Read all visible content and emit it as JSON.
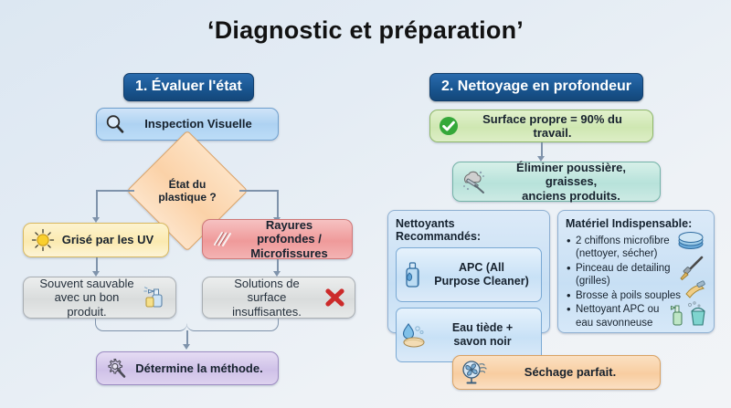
{
  "title": "‘Diagnostic et préparation’",
  "colors": {
    "banner": "#195691",
    "background": "#e4ecf4",
    "connector": "#7f93ab",
    "accent_blue": "#aed2f2",
    "accent_green": "#cfe7b2",
    "accent_orange": "#f8cda0",
    "accent_purple": "#cfc1e8",
    "accent_yellow": "#fbeab0",
    "accent_red": "#ef9a9a",
    "accent_teal": "#b7e2da"
  },
  "left_column": {
    "banner": "1. Évaluer l'état",
    "start_node": {
      "label": "Inspection Visuelle",
      "icon": "magnifier-icon"
    },
    "decision": {
      "label_line1": "État du",
      "label_line2": "plastique ?"
    },
    "branch_left": {
      "label": "Grisé par les UV",
      "icon": "sun-icon"
    },
    "branch_right": {
      "label_line1": "Rayures profondes /",
      "label_line2": "Microfissures",
      "icon": "scratches-icon"
    },
    "outcome_left": {
      "label_line1": "Souvent sauvable",
      "label_line2": "avec un bon produit.",
      "icon": "spray-bottle-icon"
    },
    "outcome_right": {
      "label_line1": "Solutions de surface",
      "label_line2": "insuffisantes.",
      "icon": "red-cross-icon"
    },
    "end_node": {
      "label": "Détermine la méthode.",
      "icon": "gear-wrench-icon"
    }
  },
  "right_column": {
    "banner": "2. Nettoyage en profondeur",
    "headline": {
      "label": "Surface propre = 90% du travail.",
      "icon": "check-circle-icon"
    },
    "step": {
      "label_line1": "Éliminer poussière, graisses,",
      "label_line2": "anciens produits.",
      "icon": "squeegee-icon"
    },
    "cleaners_panel": {
      "title": "Nettoyants Recommandés:",
      "items": [
        {
          "label_line1": "APC (All",
          "label_line2": "Purpose Cleaner)",
          "icon": "detergent-bottle-icon"
        },
        {
          "label_line1": "Eau tiède +",
          "label_line2": "savon noir",
          "icon": "water-soap-icon"
        }
      ]
    },
    "materials_panel": {
      "title": "Matériel Indispensable:",
      "items": [
        {
          "line1": "2 chiffons microfibre",
          "line2": "(nettoyer, sécher)",
          "icon": "microfiber-cloth-icon"
        },
        {
          "line1": "Pinceau de detailing",
          "line2": "(grilles)",
          "icon": "detailing-brush-icon"
        },
        {
          "line1": "Brosse à poils souples",
          "line2": "",
          "icon": "soft-brush-icon"
        },
        {
          "line1": "Nettoyant APC ou",
          "line2": "eau savonneuse",
          "icon": "spray-bucket-icon"
        }
      ]
    },
    "end_node": {
      "label": "Séchage parfait.",
      "icon": "fan-icon"
    }
  }
}
